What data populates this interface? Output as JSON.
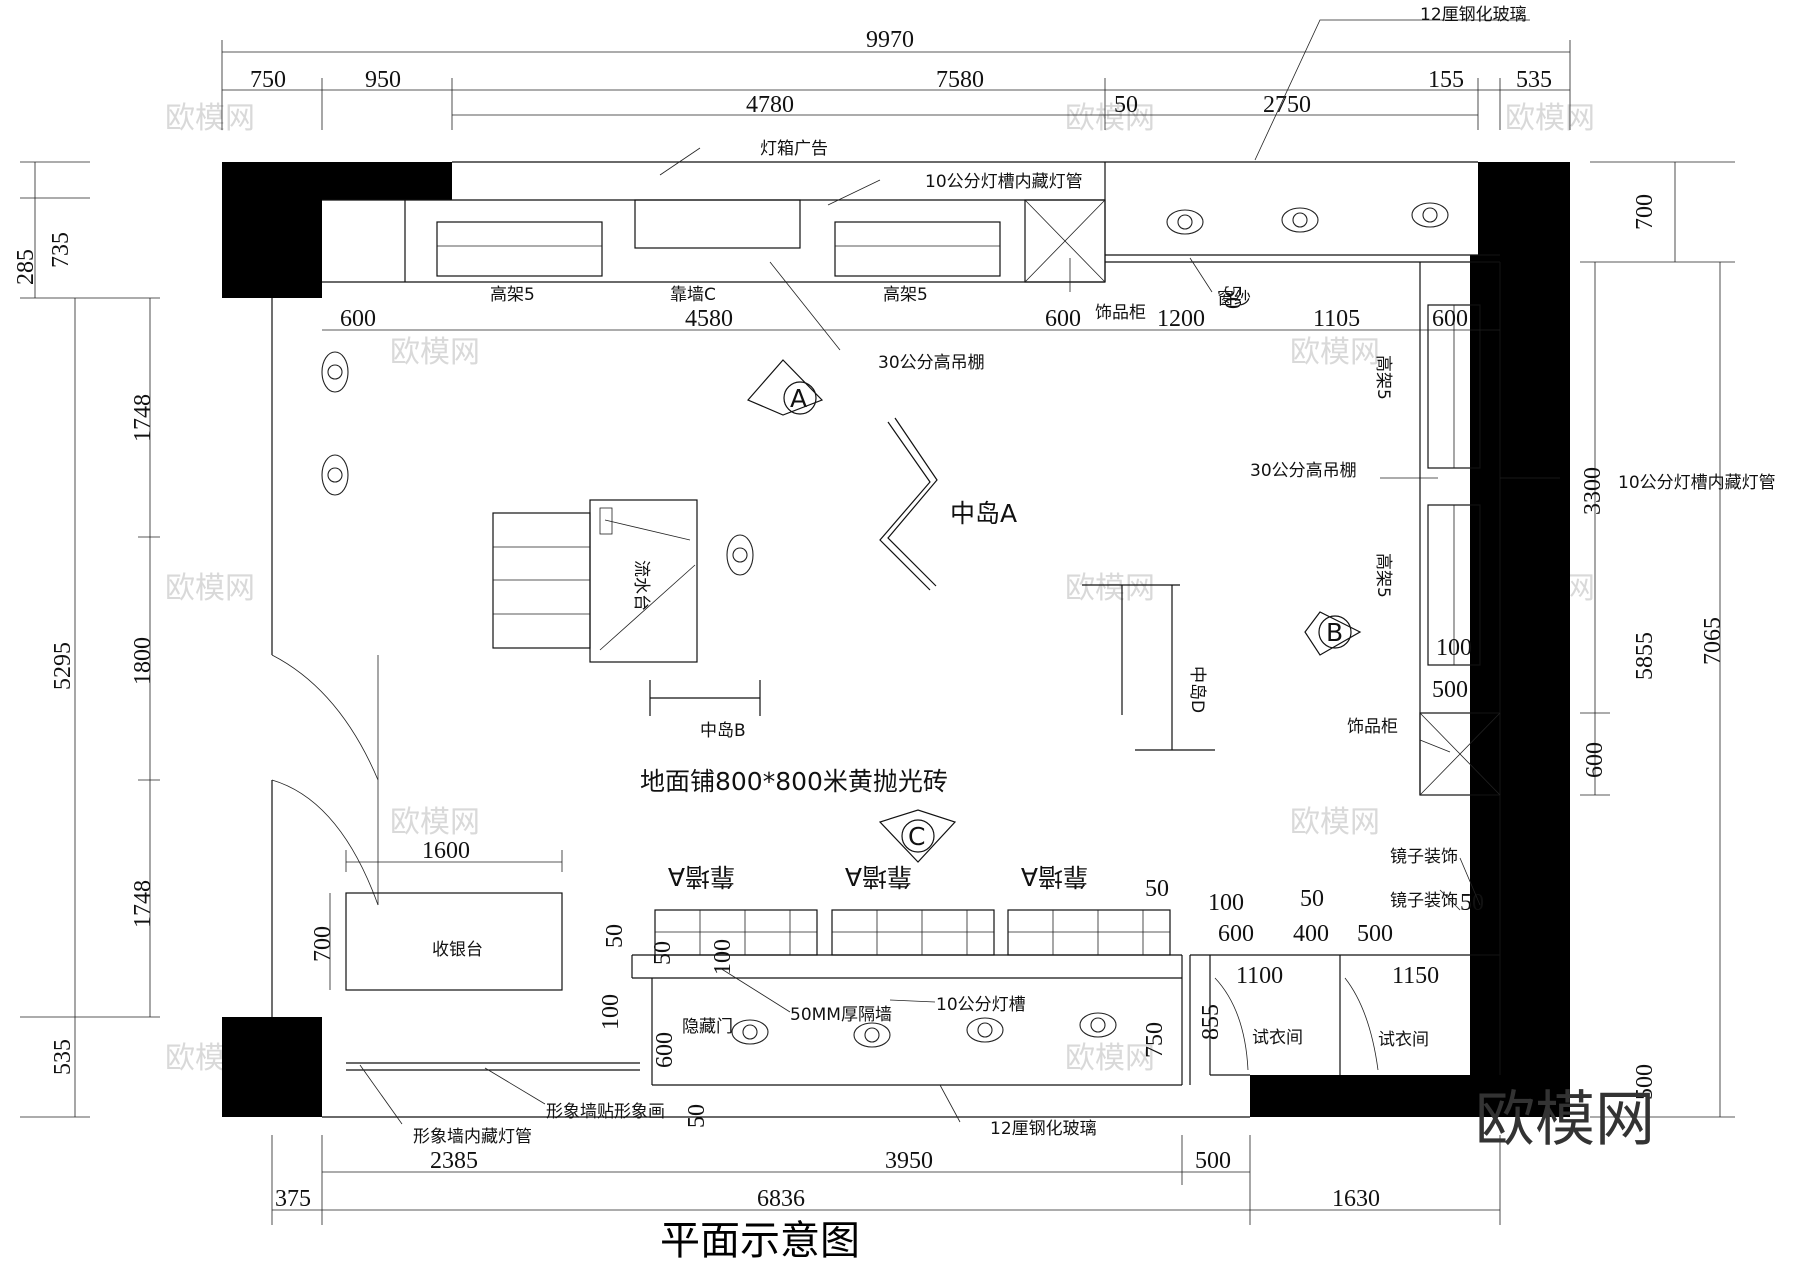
{
  "title": "平面示意图",
  "brand_watermark": "欧模网",
  "watermark": "欧模网",
  "dimensions": {
    "top_total": "9970",
    "top_row": [
      "750",
      "950",
      "7580",
      "155",
      "535"
    ],
    "top_inner": [
      "4780",
      "50",
      "2750"
    ],
    "inner_row": [
      "600",
      "4580",
      "600",
      "1200",
      "1105",
      "600"
    ],
    "left_top": [
      "285",
      "735"
    ],
    "left_total": "5295",
    "left_inner": [
      "1748",
      "1800",
      "1748"
    ],
    "left_bottom": "535",
    "right_side": [
      "700",
      "3300",
      "5855",
      "7065",
      "600",
      "500"
    ],
    "right_small": [
      "100",
      "500"
    ],
    "bottom_row": [
      "2385",
      "3950",
      "500"
    ],
    "bottom_total": [
      "375",
      "6836",
      "1630"
    ],
    "cashier": [
      "1600",
      "700"
    ],
    "fitting_room": [
      "50",
      "100",
      "50",
      "600",
      "400",
      "500",
      "50",
      "1100",
      "1150",
      "855",
      "750"
    ],
    "hidden_door": [
      "50",
      "50",
      "100",
      "100",
      "600",
      "50",
      "50"
    ]
  },
  "labels": {
    "glass_top": "12厘钢化玻璃",
    "lightbox_ad": "灯箱广告",
    "light_slot_top": "10公分灯槽内藏灯管",
    "high_shelf_1": "高架5",
    "back_wall_c": "靠墙C",
    "high_shelf_2": "高架5",
    "display_cabinet_top": "饰品柜",
    "curtain": "窗纱",
    "ceiling_30_top": "30公分高吊棚",
    "marker_a": "A",
    "island_a": "中岛A",
    "water_table": "流水台",
    "island_b": "中岛B",
    "island_d": "中岛D",
    "marker_b": "B",
    "high_shelf_right_1": "高架5",
    "high_shelf_right_2": "高架5",
    "ceiling_30_right": "30公分高吊棚",
    "light_slot_right": "10公分灯槽内藏灯管",
    "display_cabinet_right": "饰品柜",
    "floor": "地面铺800*800米黄抛光砖",
    "marker_c": "C",
    "back_wall_a": [
      "靠墙A",
      "靠墙A",
      "靠墙A"
    ],
    "cashier": "收银台",
    "hidden_door": "隐藏门",
    "partition": "50MM厚隔墙",
    "light_slot_bottom": "10公分灯槽",
    "mirror_1": "镜子装饰",
    "mirror_2": "镜子装饰",
    "fitting_1": "试衣间",
    "fitting_2": "试衣间",
    "image_wall_light": "形象墙内藏灯管",
    "image_wall_picture": "形象墙贴形象画",
    "glass_bottom": "12厘钢化玻璃"
  }
}
